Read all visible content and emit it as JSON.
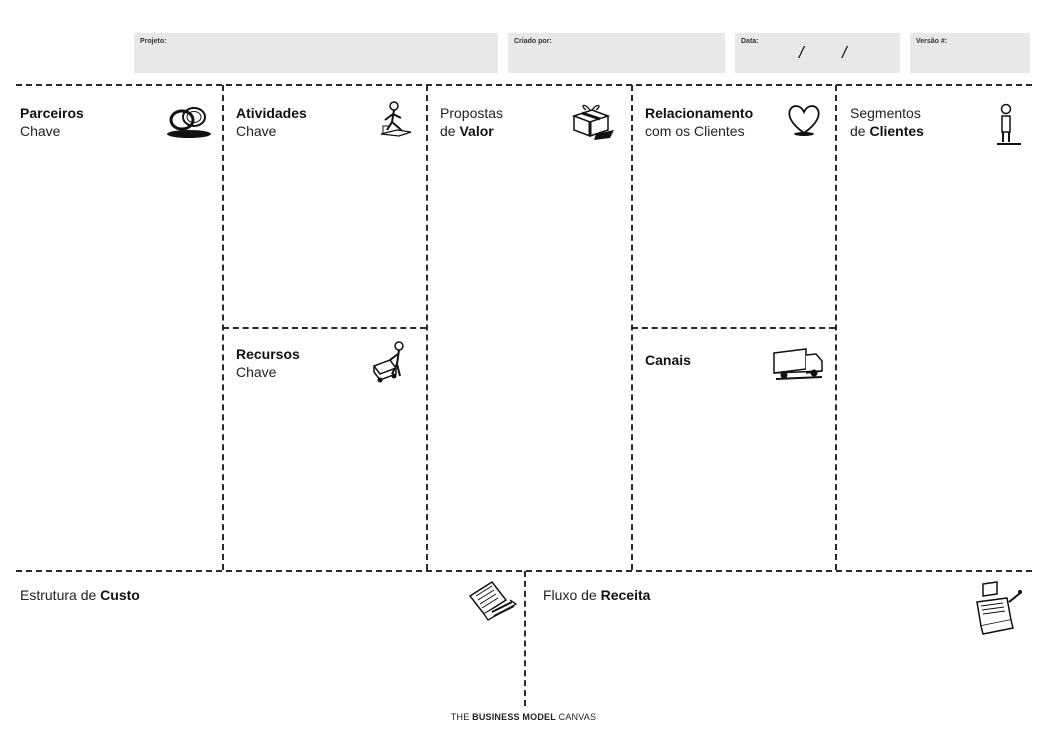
{
  "header": {
    "project_label": "Projeto:",
    "created_by_label": "Criado por:",
    "date_label": "Data:",
    "date_sep1": "/",
    "date_sep2": "/",
    "version_label": "Versão #:"
  },
  "blocks": {
    "partners": {
      "line1": "Parceiros",
      "line2": "Chave"
    },
    "activities": {
      "line1": "Atividades",
      "line2": "Chave"
    },
    "resources": {
      "line1": "Recursos",
      "line2": "Chave"
    },
    "value": {
      "line1": "Propostas",
      "line2_pre": "de ",
      "line2_bold": "Valor"
    },
    "relationships": {
      "line1": "Relacionamento",
      "line2": "com os Clientes"
    },
    "channels": {
      "line1": "Canais"
    },
    "segments": {
      "line1": "Segmentos",
      "line2_pre": "de ",
      "line2_bold": "Clientes"
    },
    "cost": {
      "pre": "Estrutura de ",
      "bold": "Custo"
    },
    "revenue": {
      "pre": "Fluxo de ",
      "bold": "Receita"
    }
  },
  "footer": {
    "pre": "THE ",
    "bold": "BUSINESS MODEL",
    "post": " CANVAS"
  },
  "icons": [
    "rings-icon",
    "worker-icon",
    "forklift-icon",
    "gift-icon",
    "heart-icon",
    "truck-icon",
    "person-icon",
    "receipt-icon",
    "cash-register-icon"
  ]
}
